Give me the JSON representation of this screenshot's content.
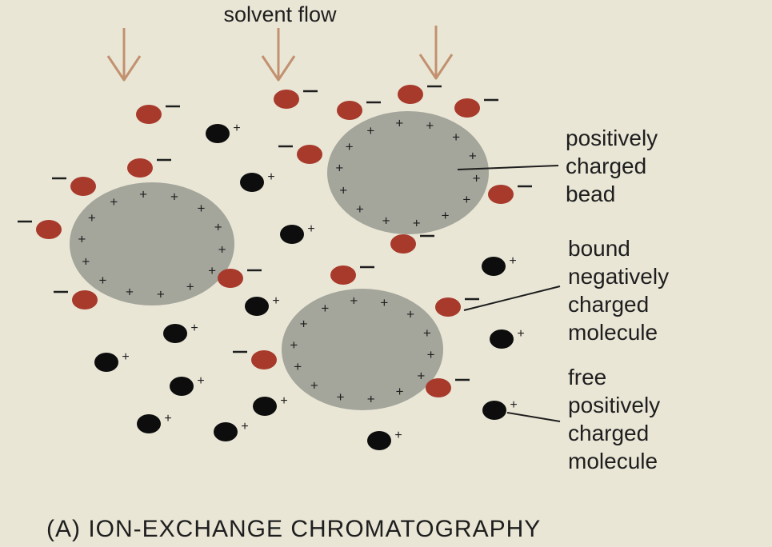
{
  "title": "solvent flow",
  "caption": "(A) ION-EXCHANGE CHROMATOGRAPHY",
  "labels": {
    "bead": [
      "positively",
      "charged",
      "bead"
    ],
    "bound": [
      "bound",
      "negatively",
      "charged",
      "molecule"
    ],
    "free": [
      "free",
      "positively",
      "charged",
      "molecule"
    ]
  },
  "symbols": {
    "plus": "+",
    "minus": "−"
  },
  "colors": {
    "background": "#e9e6d6",
    "bead": "#a4a59b",
    "negative_molecule": "#a83a2c",
    "positive_molecule": "#0d0d0d",
    "arrow": "#c2916f",
    "text": "#1e1e1e"
  }
}
